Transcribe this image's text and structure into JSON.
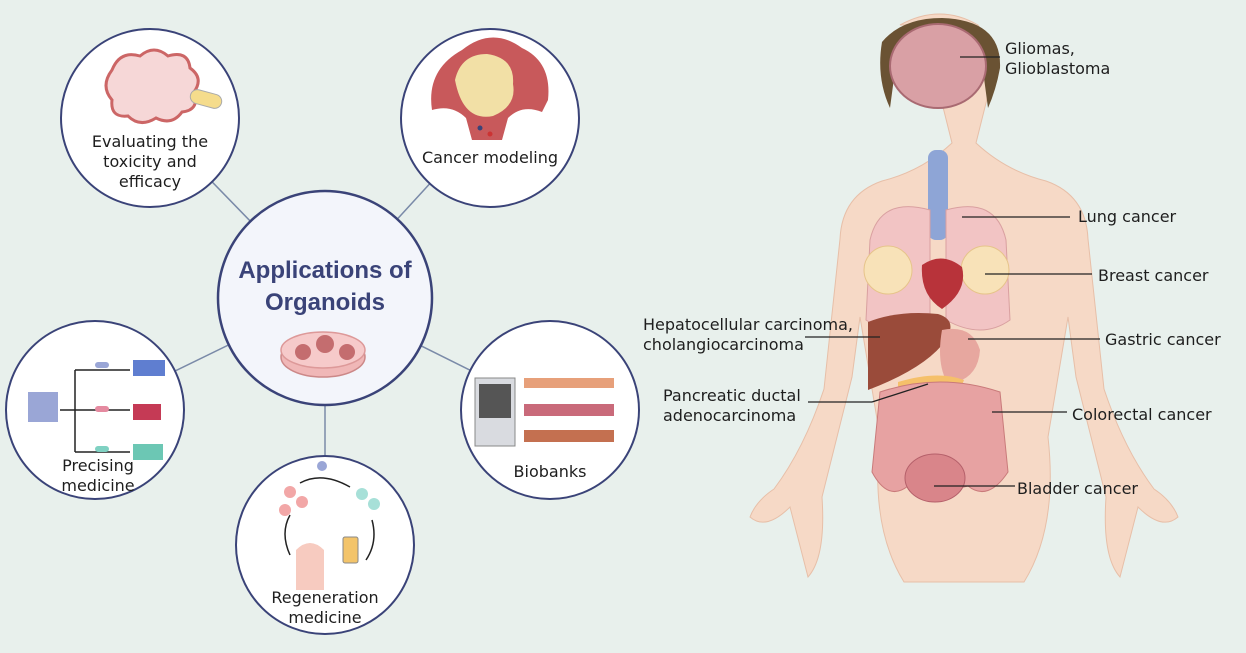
{
  "center": {
    "title_line1": "Applications of",
    "title_line2": "Organoids"
  },
  "applications": {
    "toxicity": {
      "line1": "Evaluating the",
      "line2": "toxicity and",
      "line3": "efficacy"
    },
    "cancer_modeling": "Cancer modeling",
    "precision": {
      "line1": "Precising",
      "line2": "medicine"
    },
    "regeneration": {
      "line1": "Regeneration",
      "line2": "medicine"
    },
    "biobanks": "Biobanks"
  },
  "body_labels": {
    "gliomas": {
      "line1": "Gliomas,",
      "line2": "Glioblastoma"
    },
    "lung": "Lung cancer",
    "breast": "Breast cancer",
    "hepatocellular": {
      "line1": "Hepatocellular carcinoma,",
      "line2": "cholangiocarcinoma"
    },
    "gastric": "Gastric cancer",
    "pancreatic": {
      "line1": "Pancreatic ductal",
      "line2": "adenocarcinoma"
    },
    "colorectal": "Colorectal cancer",
    "bladder": "Bladder cancer"
  },
  "colors": {
    "background": "#e8f0ec",
    "circle_border": "#3a4378",
    "title": "#3a4378",
    "skin": "#f6d9c6",
    "organ_red": "#d9727a"
  }
}
